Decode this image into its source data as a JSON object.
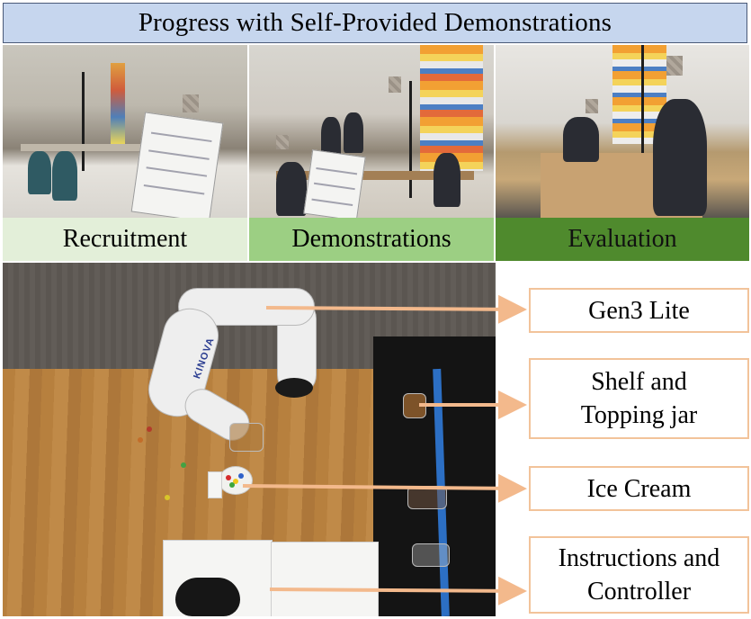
{
  "title": "Progress with Self-Provided Demonstrations",
  "stages": [
    {
      "label": "Recruitment",
      "color": "#e3efd9"
    },
    {
      "label": "Demonstrations",
      "color": "#9ccf83"
    },
    {
      "label": "Evaluation",
      "color": "#4f8a2d"
    }
  ],
  "photo": {
    "arm_brand": "KINOVA"
  },
  "callouts": [
    {
      "label": "Gen3 Lite"
    },
    {
      "label_line1": "Shelf and",
      "label_line2": "Topping jar"
    },
    {
      "label": "Ice Cream"
    },
    {
      "label_line1": "Instructions and",
      "label_line2": "Controller"
    }
  ],
  "colors": {
    "title_bg": "#c6d6ee",
    "callout_border": "#f2c39a",
    "arrow": "#f3b98c"
  }
}
